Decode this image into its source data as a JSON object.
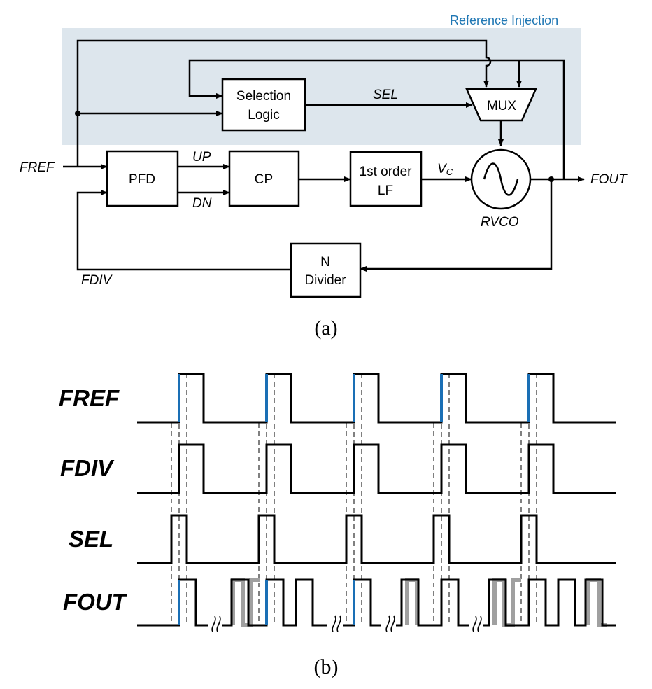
{
  "block_diagram": {
    "region_label": "Reference Injection",
    "blocks": {
      "selection_logic": [
        "Selection",
        "Logic"
      ],
      "mux": "MUX",
      "pfd": "PFD",
      "cp": "CP",
      "loop_filter": [
        "1st order",
        "LF"
      ],
      "n_divider": [
        "N",
        "Divider"
      ]
    },
    "signals": {
      "fref": "FREF",
      "sel": "SEL",
      "up": "UP",
      "dn": "DN",
      "vc_main": "V",
      "vc_sub": "C",
      "fout": "FOUT",
      "rvco": "RVCO",
      "fdiv": "FDIV"
    },
    "caption": "(a)",
    "colors": {
      "region_fill": "#dde6ed",
      "region_label": "#1f77b4"
    }
  },
  "timing_diagram": {
    "labels": [
      "FREF",
      "FDIV",
      "SEL",
      "FOUT"
    ],
    "caption": "(b)",
    "colors": {
      "edge_highlight": "#1a6fb5",
      "guide": "#808080",
      "oscillation": "#a0a0a0"
    }
  }
}
